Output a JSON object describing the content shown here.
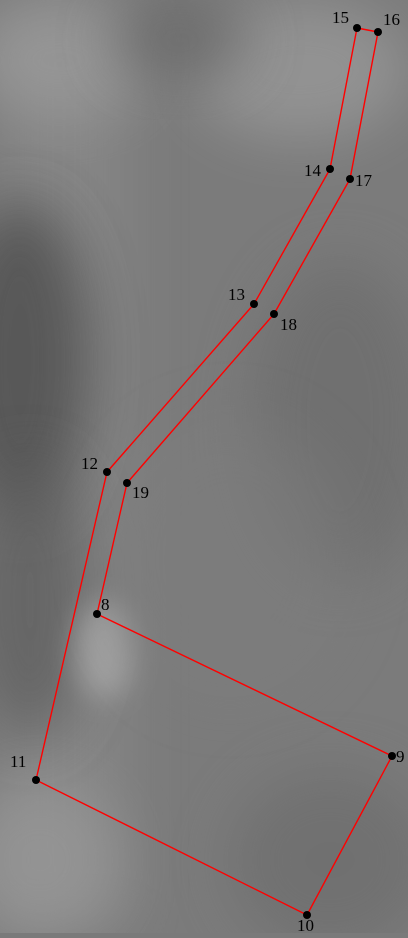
{
  "style": {
    "outline_color": "#ff0000",
    "vertex_color": "#000000",
    "label_color": "#000000",
    "background_color": "#7a7a7a"
  },
  "vertices": [
    {
      "label": "15"
    },
    {
      "label": "16"
    },
    {
      "label": "14"
    },
    {
      "label": "17"
    },
    {
      "label": "13"
    },
    {
      "label": "18"
    },
    {
      "label": "12"
    },
    {
      "label": "19"
    },
    {
      "label": "8"
    },
    {
      "label": "9"
    },
    {
      "label": "11"
    },
    {
      "label": "10"
    }
  ]
}
